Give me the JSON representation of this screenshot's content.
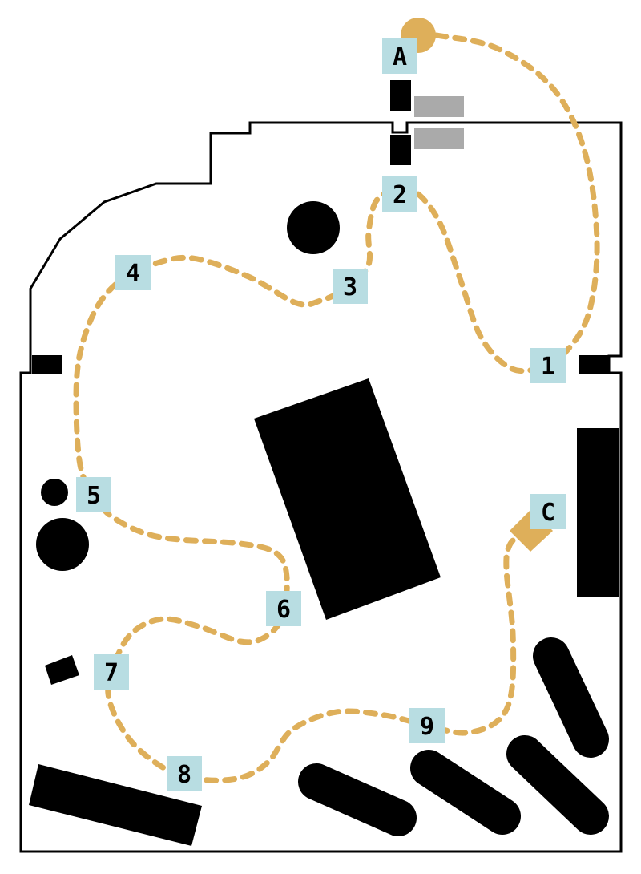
{
  "colors": {
    "path": "#deaf5a",
    "label_background": "#b8dde2",
    "obstacle": "#000000",
    "door_panel": "#aaaaaa"
  },
  "markers": {
    "start": "A",
    "end": "C"
  },
  "waypoints": [
    "1",
    "2",
    "3",
    "4",
    "5",
    "6",
    "7",
    "8",
    "9"
  ],
  "route_order": [
    "A",
    "1",
    "2",
    "3",
    "4",
    "5",
    "6",
    "7",
    "8",
    "9",
    "C"
  ]
}
